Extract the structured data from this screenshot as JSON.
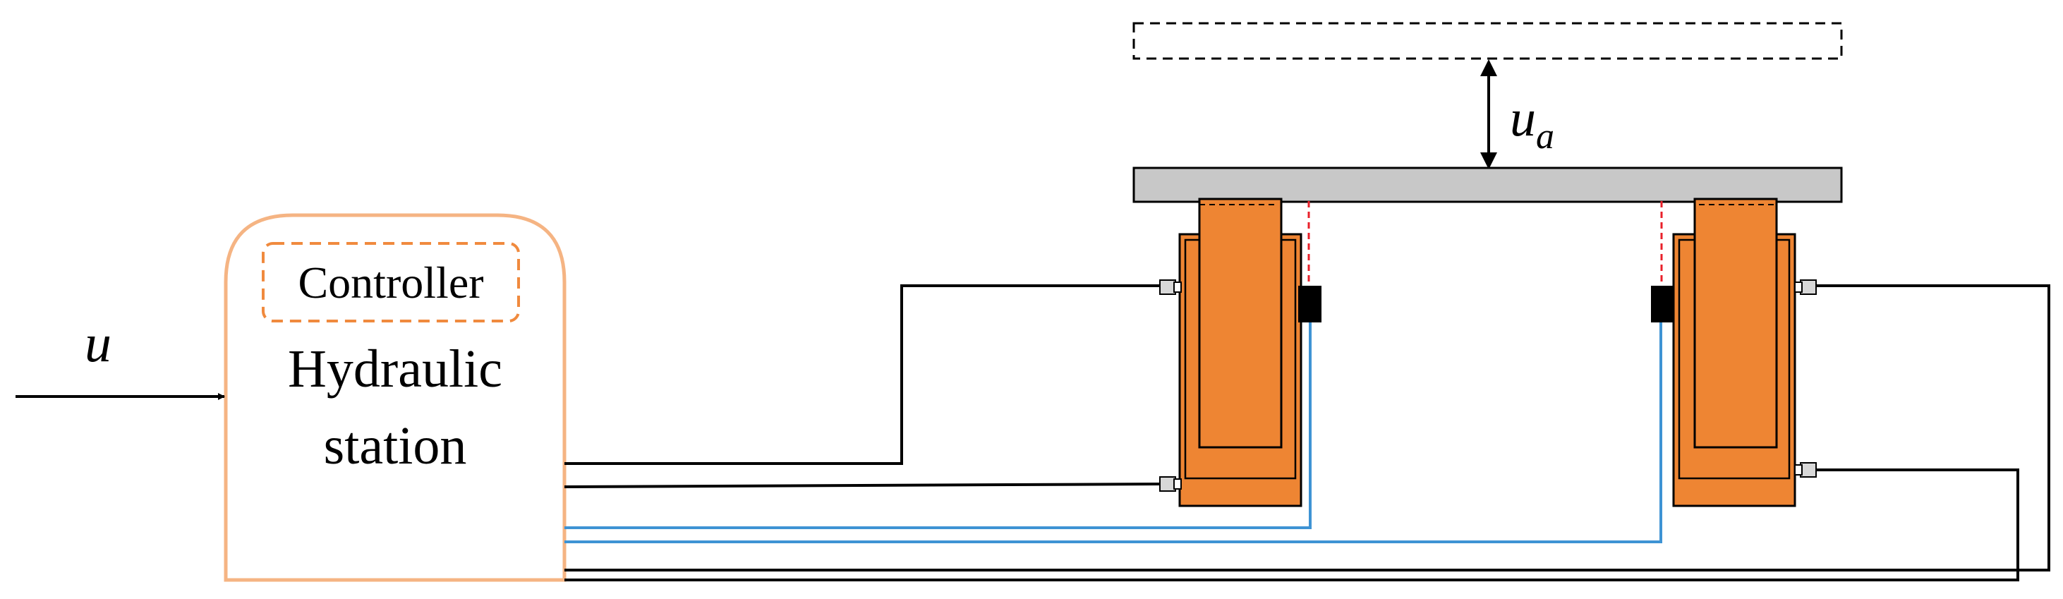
{
  "labels": {
    "input_signal": "u",
    "controller": "Controller",
    "station_line1": "Hydraulic",
    "station_line2": "station",
    "displacement": "u",
    "displacement_subscript": "a"
  },
  "colors": {
    "station_border": "#f5b483",
    "controller_border": "#f08a3e",
    "actuator_fill": "#ee8533",
    "platform_fill": "#c8c8c8",
    "hydraulic_line": "#000000",
    "sensor_line": "#3e93d4",
    "sensor_guide": "#e8202a"
  }
}
